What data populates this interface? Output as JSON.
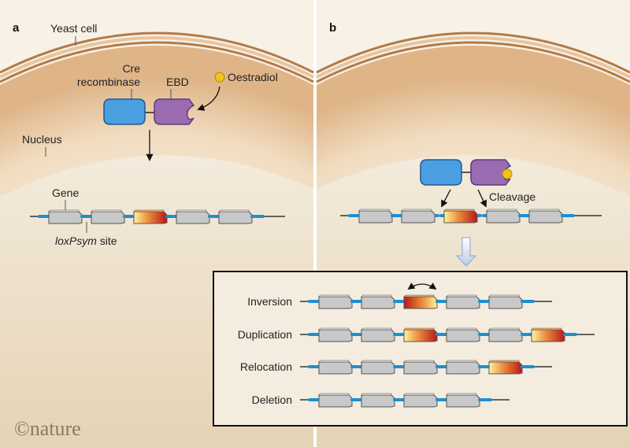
{
  "panels": {
    "a": {
      "letter": "a",
      "labels": {
        "yeast_cell": "Yeast cell",
        "cre_line1": "Cre",
        "cre_line2": "recombinase",
        "ebd": "EBD",
        "oestradiol": "Oestradiol",
        "nucleus": "Nucleus",
        "gene": "Gene",
        "loxpsym_italic": "loxPsym",
        "loxpsym_rest": " site"
      },
      "gene_track": [
        "gray",
        "gray",
        "colored",
        "gray",
        "gray"
      ]
    },
    "b": {
      "letter": "b",
      "labels": {
        "cleavage": "Cleavage"
      },
      "gene_track": [
        "gray",
        "gray",
        "colored",
        "gray",
        "gray"
      ],
      "outcomes": [
        {
          "label": "Inversion",
          "genes": [
            "gray",
            "gray",
            "inverted",
            "gray",
            "gray"
          ],
          "has_swap_arrow": true
        },
        {
          "label": "Duplication",
          "genes": [
            "gray",
            "gray",
            "colored",
            "gray",
            "gray",
            "colored"
          ],
          "has_swap_arrow": false
        },
        {
          "label": "Relocation",
          "genes": [
            "gray",
            "gray",
            "gray",
            "gray",
            "colored"
          ],
          "has_swap_arrow": false
        },
        {
          "label": "Deletion",
          "genes": [
            "gray",
            "gray",
            "gray",
            "gray"
          ],
          "has_swap_arrow": false
        }
      ]
    }
  },
  "brand": "©nature",
  "colors": {
    "cre": "#4a9fe0",
    "ebd": "#9a6bb0",
    "oestradiol": "#f2c31a",
    "loxpsym": "#1e8fd0",
    "gene_gray": "#c8c8c8",
    "gene_yellow": "#fbe98a",
    "gene_red": "#b8161b",
    "membrane": "#b07a4a"
  }
}
